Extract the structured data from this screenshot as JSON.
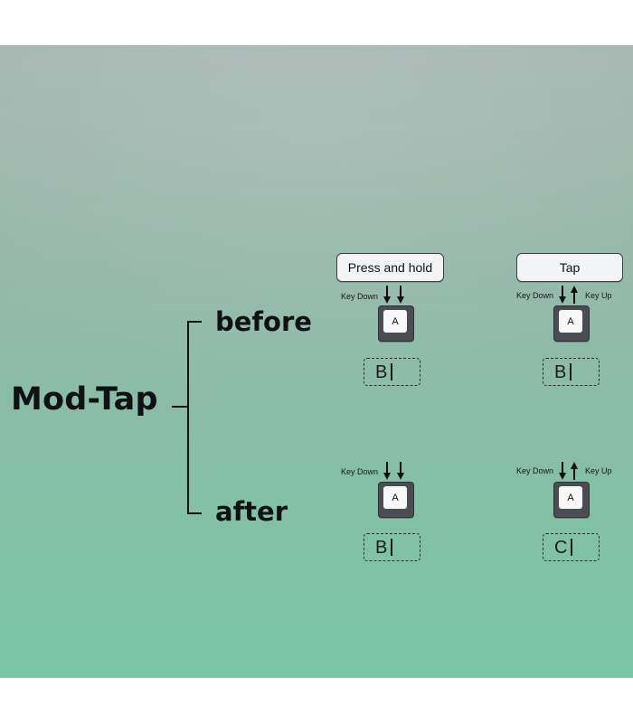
{
  "title": "Mod-Tap",
  "stages": {
    "before": "before",
    "after": "after"
  },
  "modes": {
    "press_and_hold": "Press and hold",
    "tap": "Tap"
  },
  "events": {
    "key_down": "Key Down",
    "key_up": "Key Up"
  },
  "cells": {
    "before_hold": {
      "key": "A",
      "output": "B"
    },
    "before_tap": {
      "key": "A",
      "output": "B"
    },
    "after_hold": {
      "key": "A",
      "output": "B"
    },
    "after_tap": {
      "key": "A",
      "output": "C"
    }
  },
  "colors": {
    "ink": "#0f1114",
    "background_top": "#a6b7b2",
    "background_bottom": "#79c6a5",
    "button_fill": "#f3f4f6"
  }
}
